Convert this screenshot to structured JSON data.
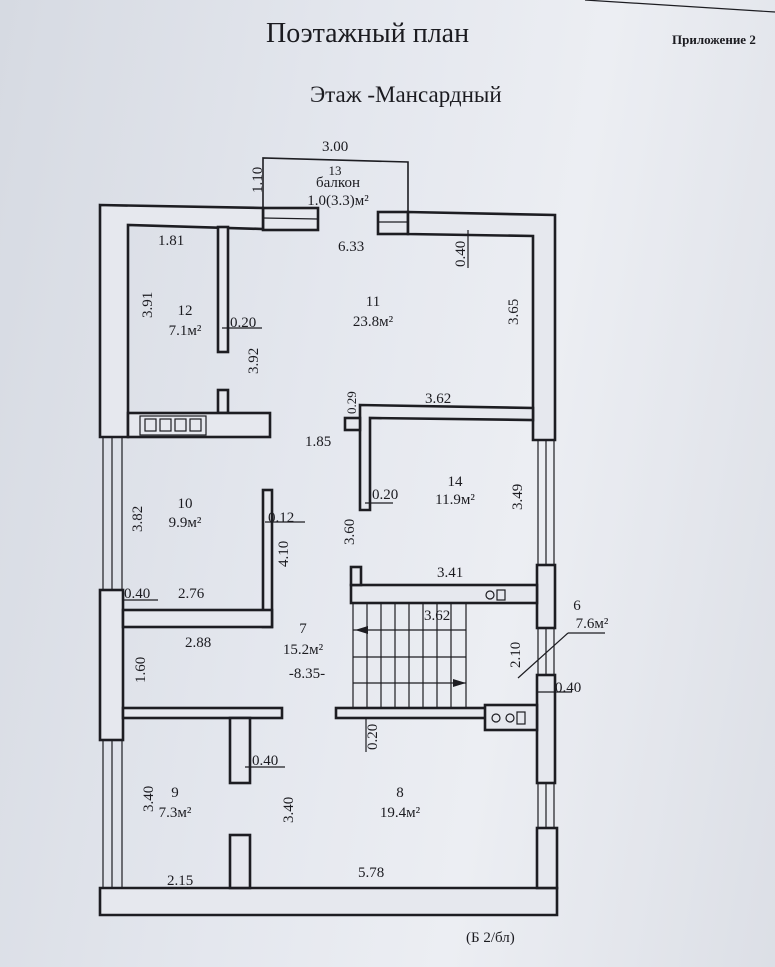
{
  "header": {
    "title": "Поэтажный план",
    "floor": "Этаж  -Мансардный",
    "appendix": "Приложение 2"
  },
  "rooms": [
    {
      "number": "13",
      "name": "балкон",
      "area": "1.0(3.3)м²"
    },
    {
      "number": "12",
      "area": "7.1м²"
    },
    {
      "number": "11",
      "area": "23.8м²"
    },
    {
      "number": "14",
      "area": "11.9м²"
    },
    {
      "number": "10",
      "area": "9.9м²"
    },
    {
      "number": "7",
      "area": "15.2м²",
      "note": "-8.35-"
    },
    {
      "number": "6",
      "area": "7.6м²"
    },
    {
      "number": "9",
      "area": "7.3м²"
    },
    {
      "number": "8",
      "area": "19.4м²"
    }
  ],
  "dimensions": {
    "balcony_width": "3.00",
    "balcony_depth": "1.10",
    "r12_width": "1.81",
    "r12_length": "3.91",
    "r12_wall": "0.20",
    "r12_inner": "3.92",
    "r11_width": "6.33",
    "r11_wall": "0.40",
    "r11_length": "3.65",
    "r14_top": "3.62",
    "r14_wall_top": "0.29",
    "hall_width": "1.85",
    "r14_wall": "0.20",
    "r14_length": "3.49",
    "r14_left": "3.60",
    "r10_length": "3.82",
    "r10_wall": "0.12",
    "r10_inner": "4.10",
    "r10_outer_wall": "0.40",
    "r10_width": "2.76",
    "r7_width": "2.88",
    "r7_length": "1.60",
    "stair_top": "3.41",
    "stair_len": "3.62",
    "r6_length": "2.10",
    "r6_wall": "0.40",
    "r8_wall": "0.20",
    "r9_wall": "0.40",
    "r9_length": "3.40",
    "r9_inner": "3.40",
    "r9_width": "2.15",
    "r8_width": "5.78"
  },
  "footer": {
    "code": "(Б 2/бл)"
  }
}
